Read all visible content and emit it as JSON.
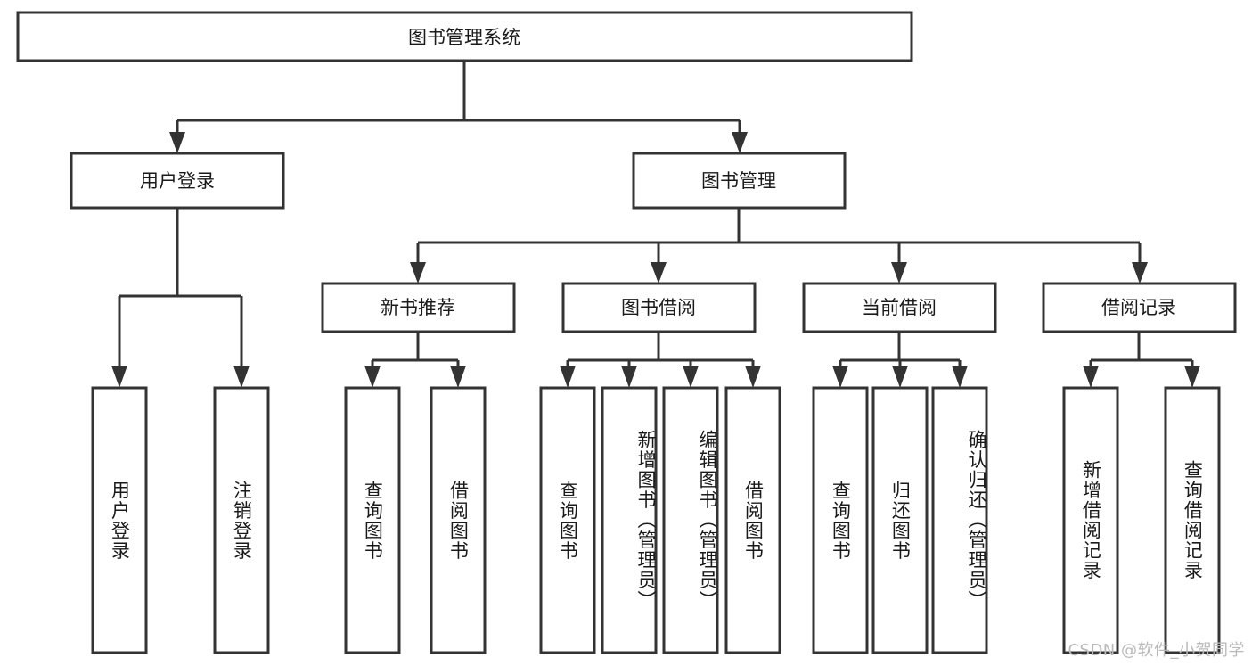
{
  "diagram": {
    "title": "图书管理系统",
    "watermark": "CSDN @软件_小贺同学",
    "colors": {
      "stroke": "#333333",
      "fill": "#ffffff",
      "text": "#1a1a1a",
      "watermark": "#b9b9b9",
      "background": "#ffffff"
    },
    "root": {
      "label": "图书管理系统"
    },
    "level2": [
      {
        "label": "用户登录"
      },
      {
        "label": "图书管理"
      }
    ],
    "level3": [
      {
        "label": "新书推荐"
      },
      {
        "label": "图书借阅"
      },
      {
        "label": "当前借阅"
      },
      {
        "label": "借阅记录"
      }
    ],
    "leaves": {
      "user_login": [
        {
          "label": "用户登录"
        },
        {
          "label": "注销登录"
        }
      ],
      "new_book_recommend": [
        {
          "label": "查询图书"
        },
        {
          "label": "借阅图书"
        }
      ],
      "book_borrow": [
        {
          "label": "查询图书"
        },
        {
          "label": "新增图书（管理员）"
        },
        {
          "label": "编辑图书（管理员）"
        },
        {
          "label": "借阅图书"
        }
      ],
      "current_borrow": [
        {
          "label": "查询图书"
        },
        {
          "label": "归还图书"
        },
        {
          "label": "确认归还（管理员）"
        }
      ],
      "borrow_record": [
        {
          "label": "新增借阅记录"
        },
        {
          "label": "查询借阅记录"
        }
      ]
    }
  }
}
